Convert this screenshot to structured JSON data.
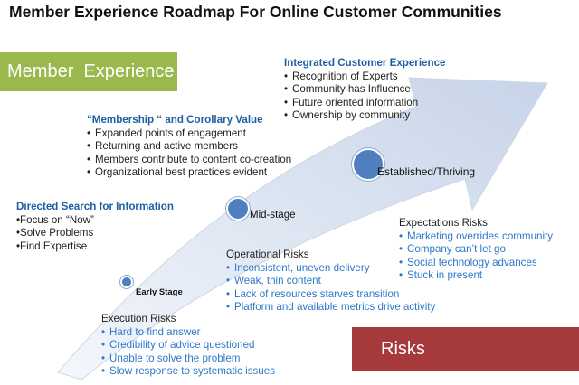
{
  "title": "Member Experience Roadmap For Online Customer Communities",
  "member_banner": "Member  Experience",
  "risks_banner": "Risks",
  "stages": {
    "early": "Early Stage",
    "mid": "Mid-stage",
    "established": "Established/Thriving"
  },
  "directed_search": {
    "heading": "Directed Search for Information",
    "items": [
      "•Focus on “Now”",
      "•Solve Problems",
      "•Find Expertise"
    ]
  },
  "membership": {
    "heading": "“Membership “ and  Corollary Value",
    "items": [
      "Expanded points of engagement",
      "Returning  and active members",
      "Members contribute to content co-creation",
      "Organizational best practices evident"
    ]
  },
  "integrated": {
    "heading": "Integrated Customer Experience",
    "items": [
      "Recognition of Experts",
      "Community has Influence",
      "Future oriented information",
      "Ownership by community"
    ]
  },
  "expectations_risks": {
    "heading": "Expectations Risks",
    "items": [
      "Marketing overrides community",
      "Company can’t let go",
      "Social technology advances",
      "Stuck in present"
    ]
  },
  "operational_risks": {
    "heading": "Operational Risks",
    "items": [
      "Inconsistent, uneven delivery",
      "Weak, thin content",
      "Lack of resources starves transition",
      "Platform and available metrics drive activity"
    ]
  },
  "execution_risks": {
    "heading": "Execution Risks",
    "items": [
      "Hard to find answer",
      "Credibility of advice questioned",
      "Unable to solve the problem",
      "Slow response to systematic issues"
    ]
  },
  "colors": {
    "member_banner": "#9ab94c",
    "risks_banner": "#a6393c",
    "heading_blue": "#1f5fa4",
    "risk_item_blue": "#2e78c8",
    "stage_dot": "#4f7fbf"
  }
}
